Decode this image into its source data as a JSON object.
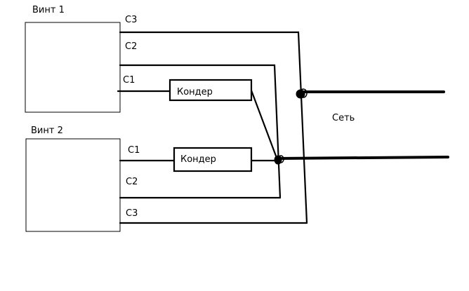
{
  "motor1": {
    "title": "Винт 1",
    "c3": "С3",
    "c2": "С2",
    "c1": "С1",
    "capacitor": "Кондер"
  },
  "motor2": {
    "title": "Винт 2",
    "c1": "С1",
    "c2": "С2",
    "c3": "С3",
    "capacitor": "Кондер"
  },
  "network": {
    "label": "Сеть"
  },
  "colors": {
    "line": "#000000",
    "background": "#ffffff"
  }
}
